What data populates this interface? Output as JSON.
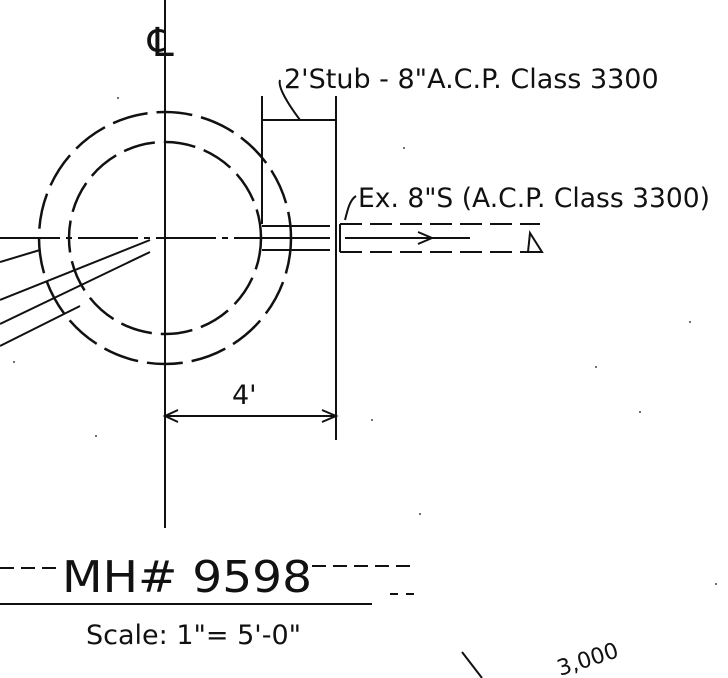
{
  "drawing": {
    "centerline_symbol": "℄",
    "stub_note": "2'Stub - 8\"A.C.P. Class 3300",
    "existing_note": "Ex. 8\"S (A.C.P. Class 3300)",
    "dimension_label": "4'",
    "title": "MH# 9598",
    "scale": "Scale: 1\"= 5'-0\"",
    "corner_partial": "3,000"
  },
  "colors": {
    "ink": "#111111",
    "paper": "#ffffff"
  }
}
